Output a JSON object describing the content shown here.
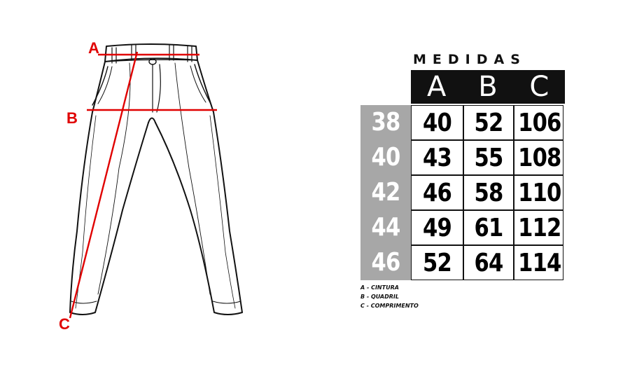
{
  "diagram": {
    "markers": {
      "a": "A",
      "b": "B",
      "c": "C"
    }
  },
  "table": {
    "title": "MEDIDAS",
    "headers": [
      "A",
      "B",
      "C"
    ],
    "rows": [
      {
        "size": "38",
        "values": [
          "40",
          "52",
          "106"
        ]
      },
      {
        "size": "40",
        "values": [
          "43",
          "55",
          "108"
        ]
      },
      {
        "size": "42",
        "values": [
          "46",
          "58",
          "110"
        ]
      },
      {
        "size": "44",
        "values": [
          "49",
          "61",
          "112"
        ]
      },
      {
        "size": "46",
        "values": [
          "52",
          "64",
          "114"
        ]
      }
    ]
  },
  "legend": [
    "A - CINTURA",
    "B - QUADRIL",
    "C - COMPRIMENTO"
  ],
  "colors": {
    "measure_line": "#e00000",
    "header_bg": "#111111",
    "size_column_bg": "#a7a7a7"
  }
}
